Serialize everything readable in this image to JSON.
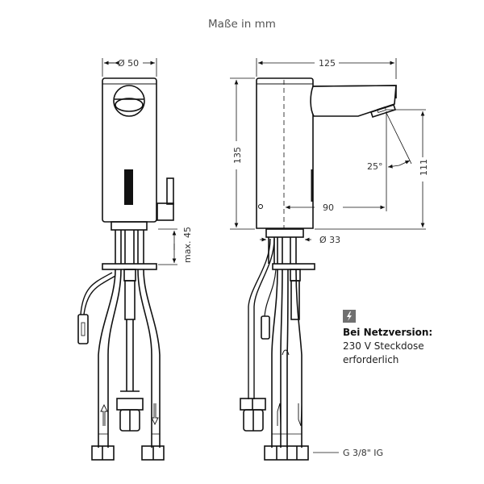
{
  "title": "Maße in mm",
  "front_view": {
    "width_dimension": "Ø 50",
    "mount_thickness_dimension": "max. 45"
  },
  "side_view": {
    "overall_length": "125",
    "overall_height": "135",
    "outlet_height": "111",
    "spout_reach": "90",
    "spray_angle": "25°",
    "mount_diameter": "Ø 33",
    "connection_thread": "G 3/8\" IG"
  },
  "note": {
    "icon": "lightning-bolt-icon",
    "heading": "Bei Netzversion:",
    "line1": "230 V Steckdose",
    "line2": "erforderlich",
    "icon_color": "#707070"
  }
}
